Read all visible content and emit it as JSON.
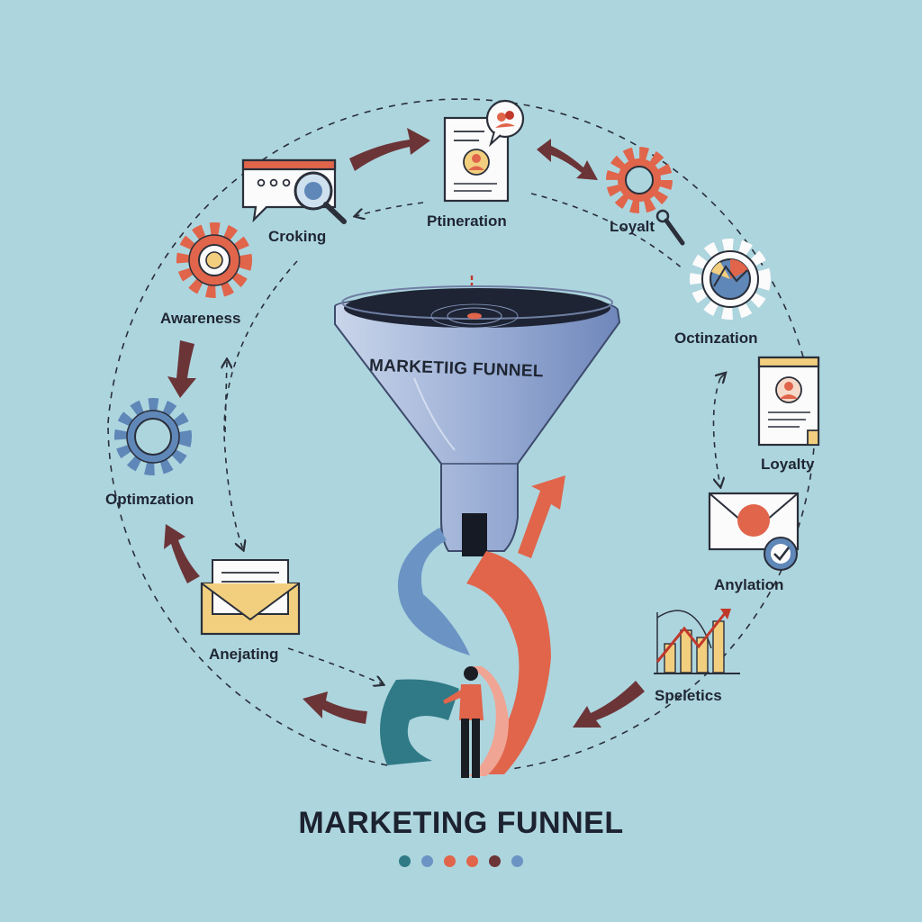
{
  "diagram": {
    "funnel_label": "MARKETIIG FUNNEL",
    "title": "MARKETING FUNNEL",
    "stages": {
      "croking": "Croking",
      "ptineration": "Ptineration",
      "loyalt": "Loyalt",
      "awareness": "Awareness",
      "octinzation": "Octinzation",
      "optimzation": "Optimzation",
      "loyalty": "Loyalty",
      "anylation": "Anylation",
      "anejating": "Anejating",
      "speletics": "Speletics"
    },
    "colors": {
      "background": "#add5de",
      "accent_red": "#e0654b",
      "accent_blue": "#5f87b8",
      "arrow_brown": "#6b3437",
      "teal": "#2f7a86",
      "yellow": "#f2cf7f"
    },
    "dots": [
      "#2f7a86",
      "#6b94c4",
      "#e0654b",
      "#e0654b",
      "#6b3437",
      "#6b94c4"
    ],
    "icons": [
      "chat-search-icon",
      "document-profile-icon",
      "chat-bubble-icon",
      "gear-magnifier-icon",
      "gear-icon",
      "gear-chart-icon",
      "gear-icon",
      "document-profile-icon",
      "envelope-check-icon",
      "envelope-letter-icon",
      "bar-chart-icon",
      "person-figure"
    ]
  }
}
